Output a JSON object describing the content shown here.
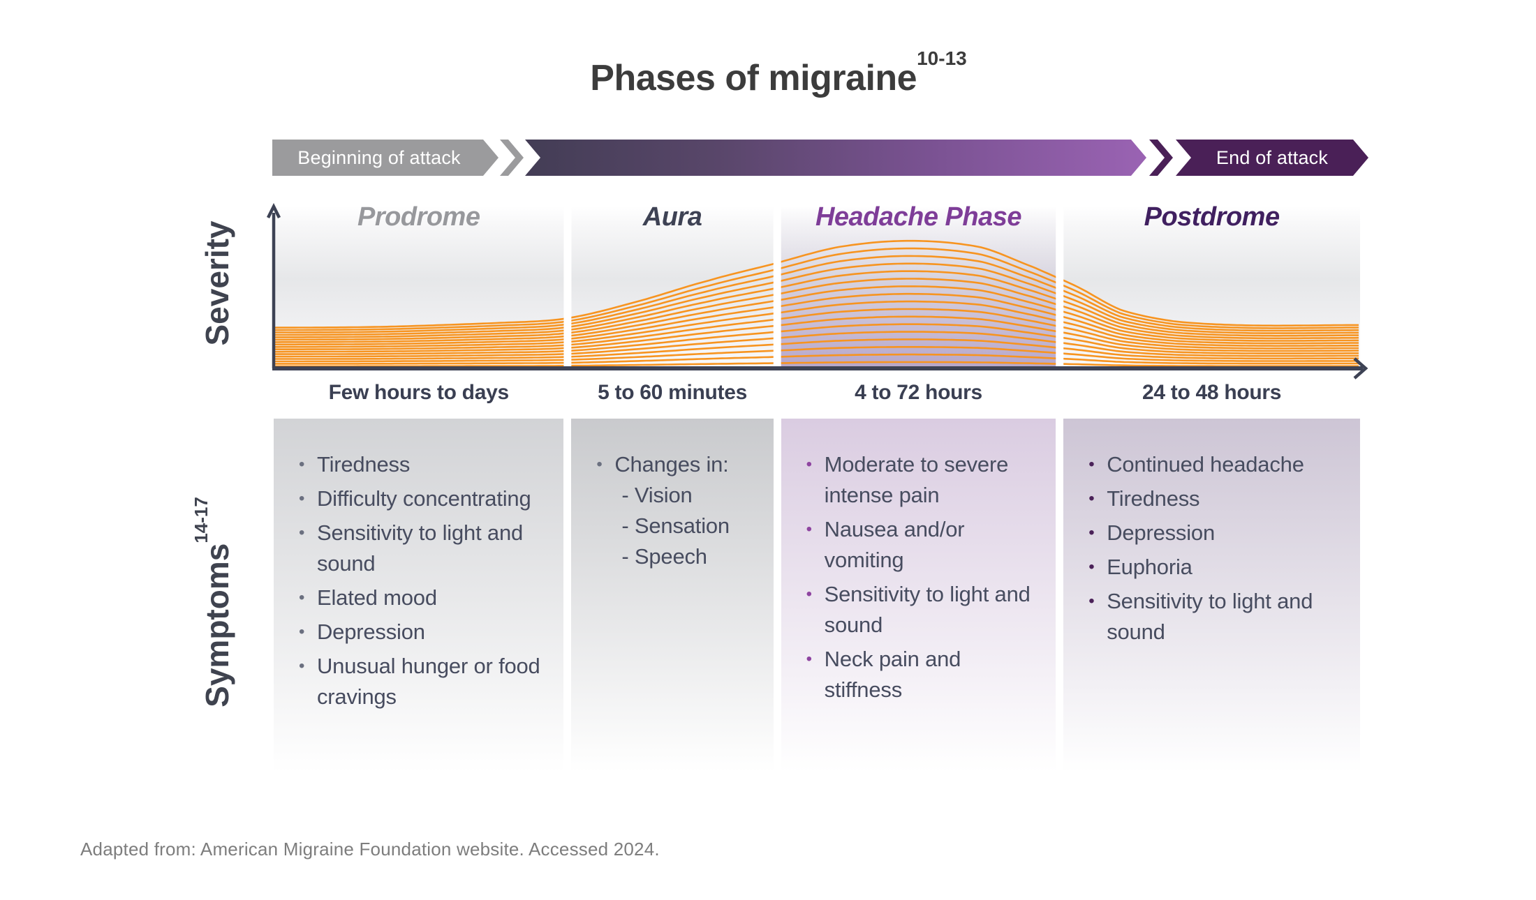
{
  "title": {
    "text": "Phases of migraine",
    "superscript": "10-13"
  },
  "banner": {
    "beginning_label": "Beginning of attack",
    "end_label": "End of attack"
  },
  "y_axis_label": "Severity",
  "symptoms_heading": {
    "text": "Symptoms",
    "superscript": "14-17"
  },
  "phases": [
    {
      "name": "Prodrome",
      "name_color": "#97989c",
      "duration": "Few hours to days",
      "bullet_color": "#6b7080",
      "panel_top_color": "#d2d3d6",
      "symptoms": [
        {
          "text": "Tiredness"
        },
        {
          "text": "Difficulty concentrating"
        },
        {
          "text": "Sensitivity to light and sound"
        },
        {
          "text": "Elated mood"
        },
        {
          "text": "Depression"
        },
        {
          "text": "Unusual hunger or food cravings"
        }
      ]
    },
    {
      "name": "Aura",
      "name_color": "#3e4254",
      "duration": "5 to 60 minutes",
      "bullet_color": "#6b7080",
      "panel_top_color": "#c9cacd",
      "symptoms": [
        {
          "text": "Changes in:",
          "subs": [
            "- Vision",
            "- Sensation",
            "- Speech"
          ]
        }
      ]
    },
    {
      "name": "Headache Phase",
      "name_color": "#7e3d98",
      "duration": "4 to 72 hours",
      "bullet_color": "#8e44a0",
      "panel_top_color": "#dacce1",
      "symptoms": [
        {
          "text": "Moderate to severe intense pain"
        },
        {
          "text": "Nausea and/or vomiting"
        },
        {
          "text": "Sensitivity to light and sound"
        },
        {
          "text": "Neck pain and stiffness"
        }
      ]
    },
    {
      "name": "Postdrome",
      "name_color": "#402060",
      "duration": "24 to 48 hours",
      "bullet_color": "#4a2158",
      "panel_top_color": "#cdc5d5",
      "symptoms": [
        {
          "text": "Continued headache"
        },
        {
          "text": "Tiredness"
        },
        {
          "text": "Depression"
        },
        {
          "text": "Euphoria"
        },
        {
          "text": "Sensitivity to light and sound"
        }
      ]
    }
  ],
  "footer": "Adapted from: American Migraine Foundation website. Accessed 2024.",
  "theme": {
    "orange": "#F79420",
    "axis": "#3d4254",
    "banner_gray": "#9b9b9d",
    "banner_gradient_start": "#433d55",
    "banner_gradient_end": "#9a63b3",
    "banner_end_bg": "#4a2057",
    "text_slate": "#474c5f",
    "headache_wash": "#7f62a2"
  },
  "chart_data": {
    "type": "area",
    "title": "Severity over migraine phases",
    "xlabel": "",
    "ylabel": "Severity",
    "grid": false,
    "legend": null,
    "phases": [
      {
        "name": "Prodrome",
        "duration": "Few hours to days",
        "x_span": [
          0,
          0.267
        ]
      },
      {
        "name": "Aura",
        "duration": "5 to 60 minutes",
        "x_span": [
          0.274,
          0.46
        ]
      },
      {
        "name": "Headache Phase",
        "duration": "4 to 72 hours",
        "x_span": [
          0.467,
          0.72
        ]
      },
      {
        "name": "Postdrome",
        "duration": "24 to 48 hours",
        "x_span": [
          0.727,
          1.0
        ]
      }
    ],
    "severity_profile": [
      [
        0,
        0.02
      ],
      [
        0.1,
        0.03
      ],
      [
        0.2,
        0.07
      ],
      [
        0.267,
        0.12
      ],
      [
        0.33,
        0.3
      ],
      [
        0.4,
        0.55
      ],
      [
        0.46,
        0.74
      ],
      [
        0.52,
        0.93
      ],
      [
        0.585,
        1.0
      ],
      [
        0.65,
        0.93
      ],
      [
        0.7,
        0.7
      ],
      [
        0.74,
        0.48
      ],
      [
        0.78,
        0.22
      ],
      [
        0.83,
        0.09
      ],
      [
        0.9,
        0.045
      ],
      [
        1.0,
        0.05
      ]
    ],
    "n_curves": 17,
    "curve_color": "#F79420"
  }
}
